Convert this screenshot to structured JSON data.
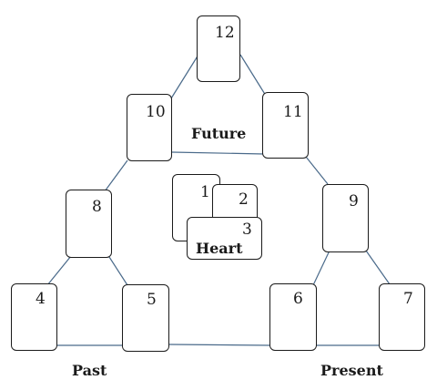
{
  "diagram": {
    "cards": [
      {
        "number": "12"
      },
      {
        "number": "10"
      },
      {
        "number": "11"
      },
      {
        "number": "8"
      },
      {
        "number": "9"
      },
      {
        "number": "4"
      },
      {
        "number": "5"
      },
      {
        "number": "6"
      },
      {
        "number": "7"
      },
      {
        "number": "1"
      },
      {
        "number": "2"
      },
      {
        "number": "3"
      }
    ],
    "labels": {
      "future": "Future",
      "heart": "Heart",
      "past": "Past",
      "present": "Present"
    },
    "colors": {
      "line": "#4a6a8a",
      "card_border": "#1a1a1a"
    }
  }
}
